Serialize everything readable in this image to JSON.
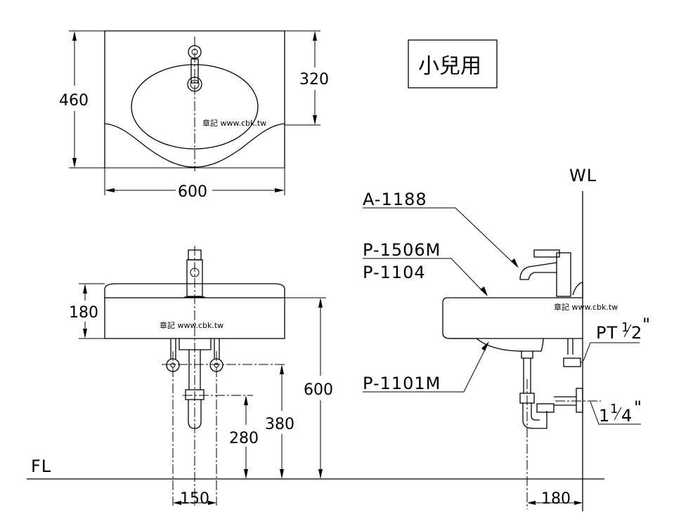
{
  "title_box": "小兒用",
  "watermark": "章記 www.cbk.tw",
  "top_view": {
    "height": "460",
    "depth": "320",
    "width": "600"
  },
  "front_view": {
    "basin_height": "180",
    "rim_height": "600",
    "supply_height": "380",
    "trap_height": "280",
    "supply_spacing": "150"
  },
  "side_view": {
    "wall_label": "WL",
    "floor_label": "FL",
    "faucet": "A-1188",
    "part_1": "P-1506M",
    "part_2": "P-1104",
    "part_3": "P-1101M",
    "supply_thread": "PT",
    "supply_thread_frac_num": "1",
    "supply_thread_frac_den": "2",
    "supply_thread_unit": "\"",
    "drain_whole": "1",
    "drain_frac_num": "1",
    "drain_frac_den": "4",
    "drain_unit": "\"",
    "wall_offset": "180"
  }
}
